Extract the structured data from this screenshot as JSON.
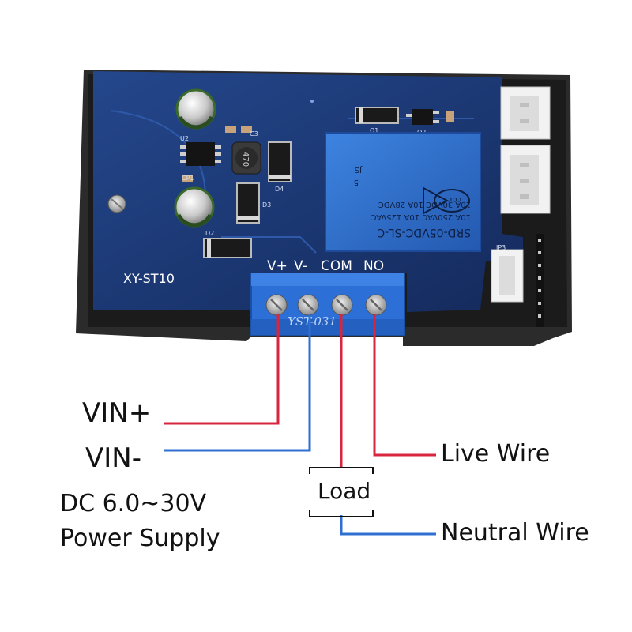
{
  "module": {
    "model": "XY-ST10",
    "relay_lines": [
      "SRD-05VDC-SL-C",
      "10A 250VAC  10A 125VAC",
      "10A 30VDC  10A 28VDC"
    ],
    "relay_logo": "cqc",
    "watermark": "YST-031",
    "terminals": [
      "V+",
      "V-",
      "COM",
      "NO"
    ],
    "component_labels": [
      "U2",
      "CP1",
      "D2",
      "D3",
      "D4",
      "Q1",
      "Q2",
      "C3",
      "470",
      "JP3",
      "5",
      "JS"
    ]
  },
  "wiring": {
    "vin_plus": "VIN+",
    "vin_minus": "VIN-",
    "supply_line1": "DC 6.0~30V",
    "supply_line2": "Power Supply",
    "live": "Live Wire",
    "load": "Load",
    "neutral": "Neutral Wire"
  },
  "colors": {
    "wire_positive": "#d9263f",
    "wire_negative": "#2e6fd1",
    "pcb": "#1e3a78",
    "enclosure": "#2b2b2b",
    "relay": "#2f6fc9",
    "terminal_block": "#2c6fd6"
  }
}
